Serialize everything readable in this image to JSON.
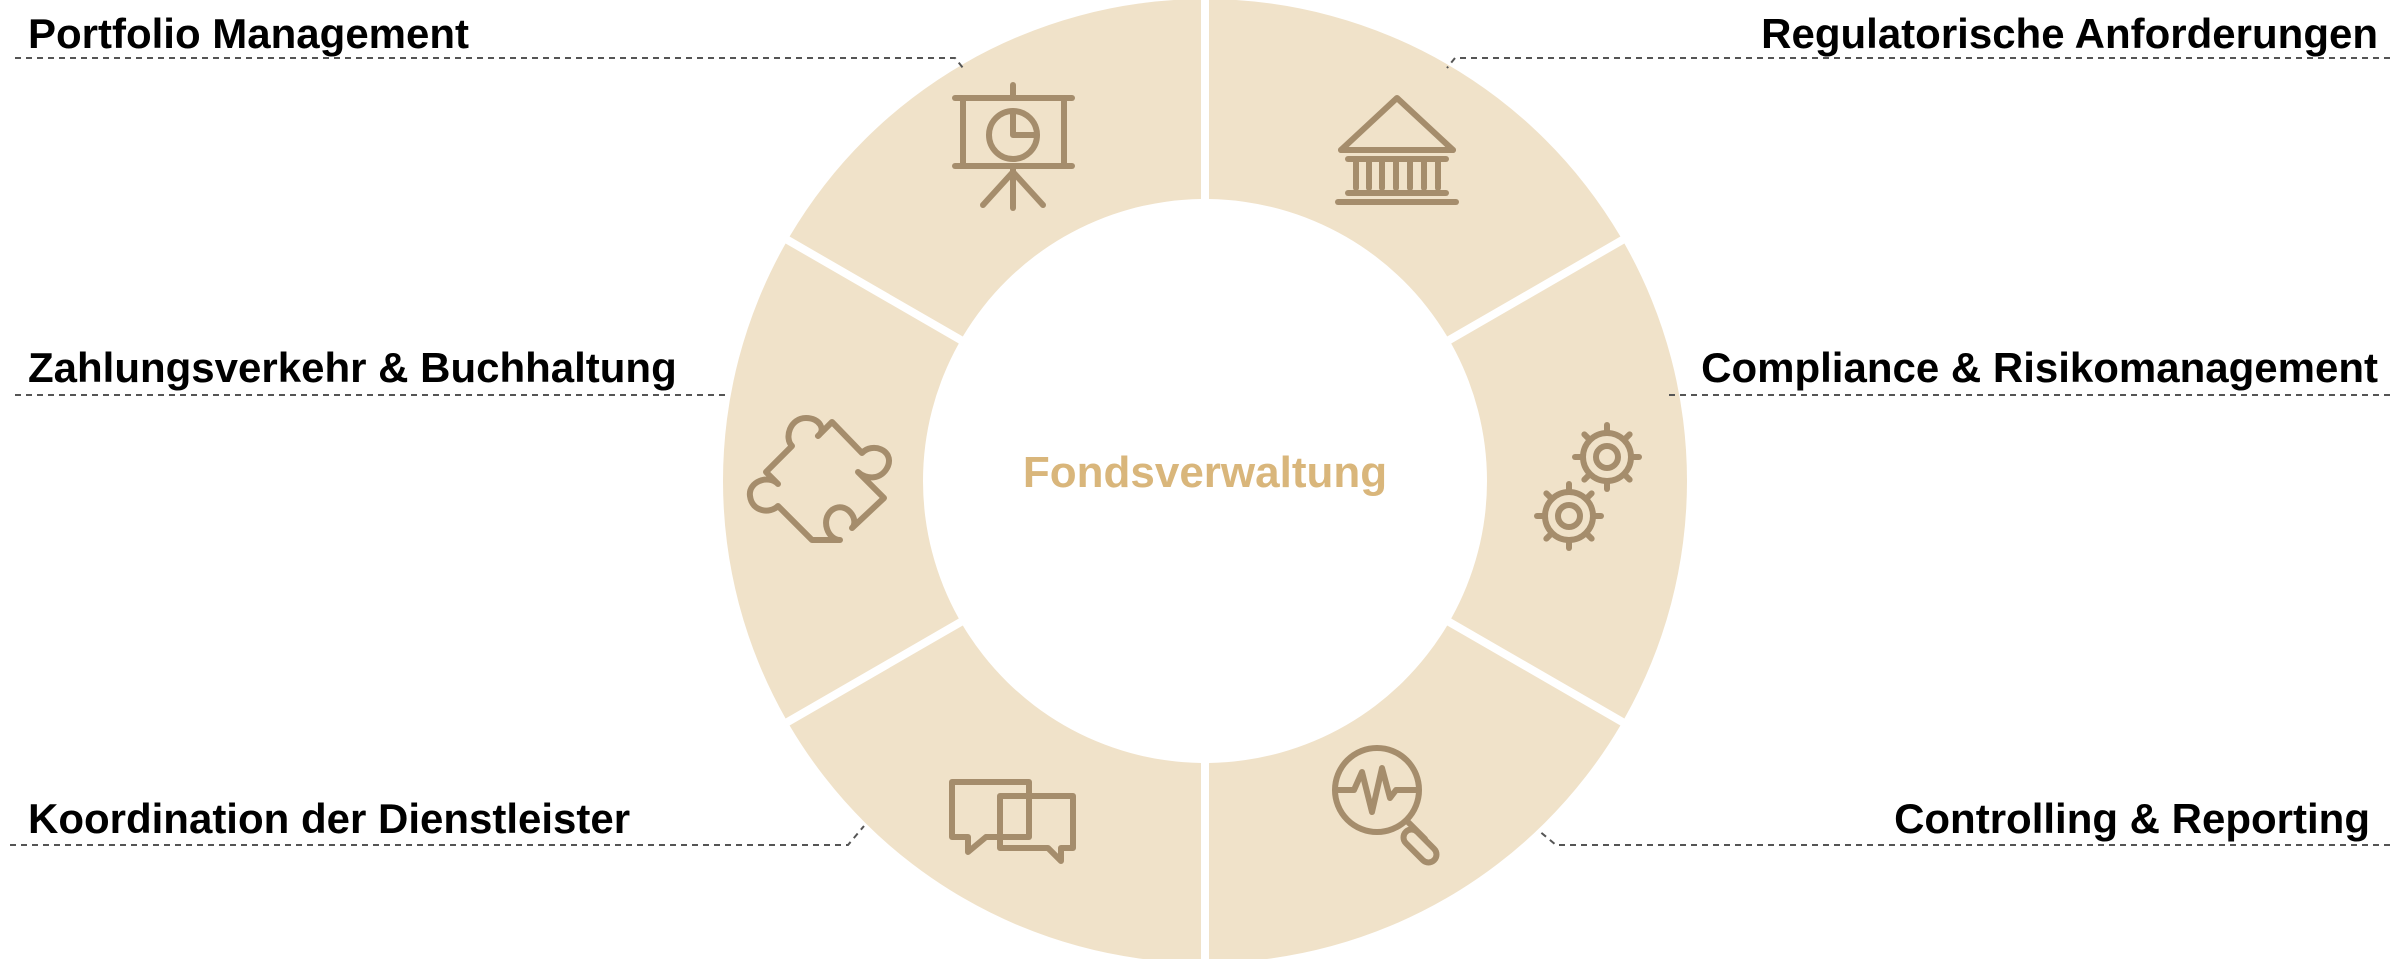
{
  "diagram": {
    "center": "Fondsverwaltung",
    "segments": [
      {
        "label": "Portfolio Management",
        "icon": "presentation-board-icon"
      },
      {
        "label": "Regulatorische Anforderungen",
        "icon": "bank-building-icon"
      },
      {
        "label": "Zahlungsverkehr & Buchhaltung",
        "icon": "puzzle-piece-icon"
      },
      {
        "label": "Compliance & Risikomanagement",
        "icon": "gears-icon"
      },
      {
        "label": "Koordination der Dienstleister",
        "icon": "chat-bubbles-icon"
      },
      {
        "label": "Controlling & Reporting",
        "icon": "magnifier-pulse-icon"
      }
    ]
  },
  "colors": {
    "segment_fill": "#f0e2c9",
    "icon_stroke": "#a58d6c",
    "center_text": "#d9b67b",
    "label_text": "#000000"
  }
}
